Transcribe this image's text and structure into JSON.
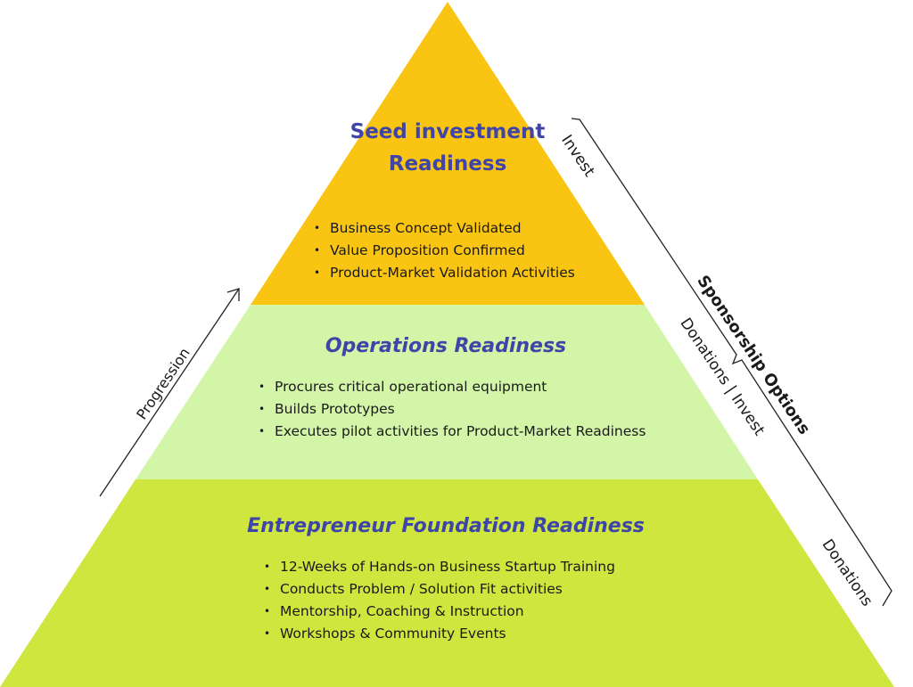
{
  "tiers": {
    "seed": {
      "title": "Seed investment Readiness",
      "color": "#f9c512",
      "bullets": [
        "Business Concept Validated",
        "Value Proposition Confirmed",
        "Product-Market Validation Activities"
      ]
    },
    "operations": {
      "title": "Operations Readiness",
      "color": "#d3f5a7",
      "bullets": [
        "Procures critical operational equipment",
        "Builds Prototypes",
        "Executes pilot activities for Product-Market Readiness"
      ]
    },
    "entrepreneur": {
      "title": "Entrepreneur Foundation Readiness",
      "color": "#cfe63e",
      "bullets": [
        "12-Weeks of Hands-on Business Startup Training",
        "Conducts Problem / Solution Fit activities",
        "Mentorship, Coaching & Instruction",
        "Workshops & Community Events"
      ]
    }
  },
  "labels": {
    "progression": "Progression",
    "sponsorship": "Sponsorship Options",
    "invest": "Invest",
    "donations_invest": "Donations | Invest",
    "donations": "Donations"
  },
  "colors": {
    "title_text": "#3f45a8",
    "line": "#222222"
  }
}
